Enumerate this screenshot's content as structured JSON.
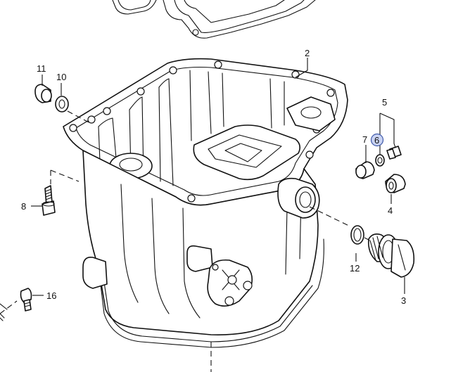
{
  "callouts": [
    {
      "id": "2",
      "label": "2"
    },
    {
      "id": "3",
      "label": "3"
    },
    {
      "id": "4",
      "label": "4"
    },
    {
      "id": "5",
      "label": "5"
    },
    {
      "id": "6",
      "label": "6",
      "highlighted": true
    },
    {
      "id": "7",
      "label": "7"
    },
    {
      "id": "8",
      "label": "8"
    },
    {
      "id": "10",
      "label": "10"
    },
    {
      "id": "11",
      "label": "11"
    },
    {
      "id": "12",
      "label": "12"
    },
    {
      "id": "16",
      "label": "16"
    }
  ],
  "colors": {
    "line": "#111111",
    "background": "#ffffff",
    "highlight": "#c9d3f3",
    "highlight_border": "#3f59a8"
  }
}
